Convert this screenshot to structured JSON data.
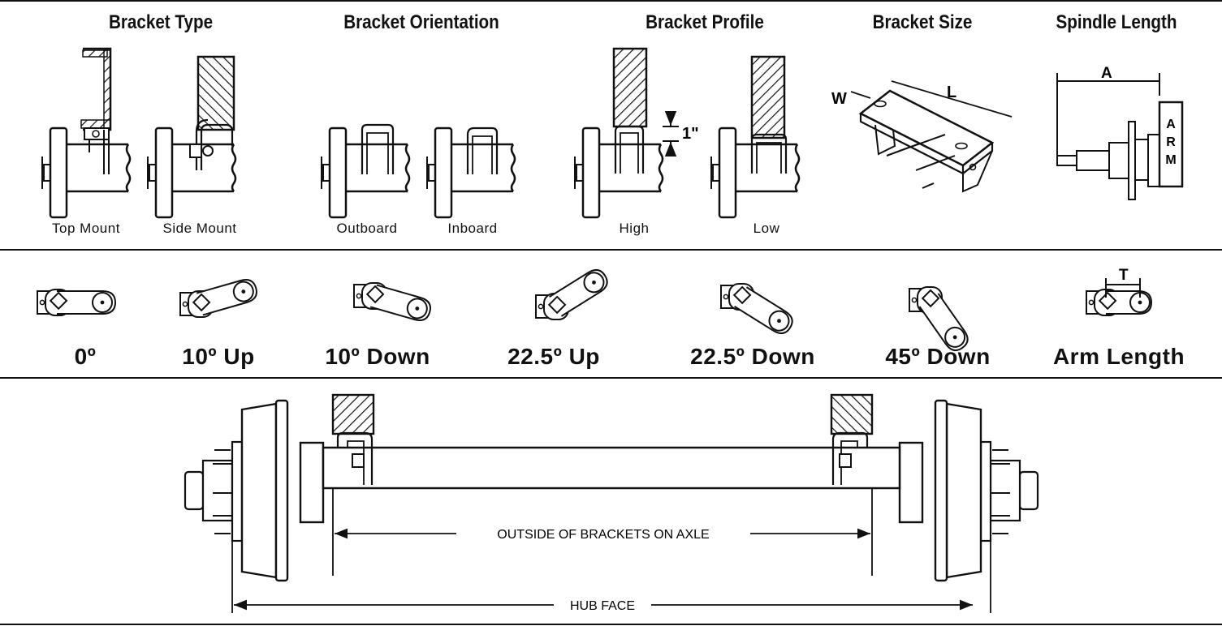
{
  "headers": {
    "bracket_type": "Bracket Type",
    "bracket_orientation": "Bracket Orientation",
    "bracket_profile": "Bracket Profile",
    "bracket_size": "Bracket Size",
    "spindle_length": "Spindle Length"
  },
  "labels": {
    "top_mount": "Top Mount",
    "side_mount": "Side Mount",
    "outboard": "Outboard",
    "inboard": "Inboard",
    "high": "High",
    "low": "Low"
  },
  "dims": {
    "profile_gap": "1\"",
    "size_w": "W",
    "size_l": "L",
    "spindle_a": "A",
    "arm_letters": [
      "A",
      "R",
      "M"
    ],
    "arm_t": "T"
  },
  "angles": {
    "a0": "0º",
    "a10up": "10º Up",
    "a10down": "10º Down",
    "a22up": "22.5º Up",
    "a22down": "22.5º Down",
    "a45down": "45º Down",
    "arm_length": "Arm Length"
  },
  "axle": {
    "outside_brackets": "OUTSIDE OF BRACKETS ON AXLE",
    "hub_face": "HUB FACE"
  }
}
